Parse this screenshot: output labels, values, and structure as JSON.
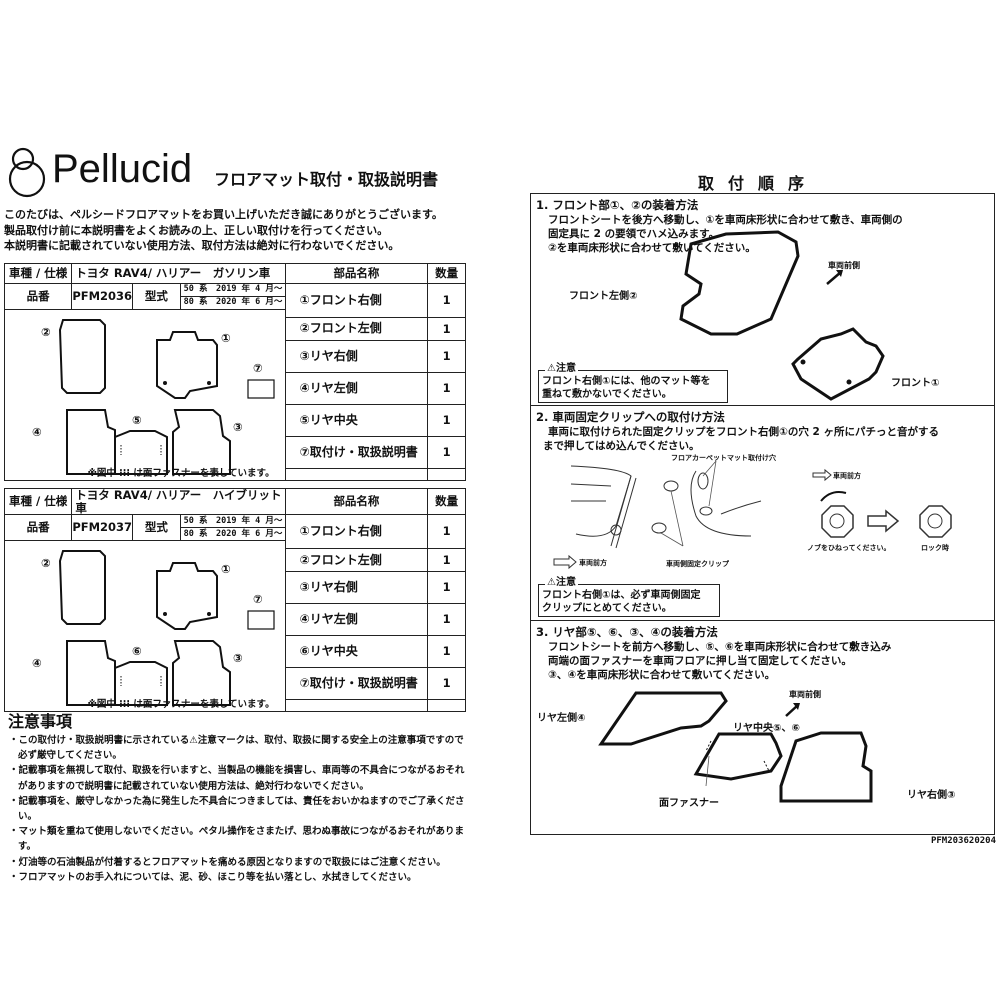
{
  "header": {
    "brand": "Pellucid",
    "subtitle": "フロアマット取付・取扱説明書"
  },
  "intro": [
    "このたびは、ペルシードフロアマットをお買い上げいただき誠にありがとうございます。",
    "製品取付け前に本説明書をよくお読みの上、正しい取付けを行ってください。",
    "本説明書に記載されていない使用方法、取付方法は絶対に行わないでください。"
  ],
  "tables": [
    {
      "spec_label": "車種 / 仕様",
      "spec_value": "トヨタ RAV4/ ハリアー　ガソリン車",
      "parts_header": "部品名称",
      "qty_header": "数量",
      "part_no_label": "品番",
      "part_no": "PFM2036",
      "model_label": "型式",
      "models": [
        "50 系　2019 年 4 月～",
        "80 系　2020 年 6 月～"
      ],
      "parts": [
        {
          "name": "①フロント右側",
          "qty": "1"
        },
        {
          "name": "②フロント左側",
          "qty": "1"
        },
        {
          "name": "③リヤ右側",
          "qty": "1"
        },
        {
          "name": "④リヤ左側",
          "qty": "1"
        },
        {
          "name": "⑤リヤ中央",
          "qty": "1"
        },
        {
          "name": "⑦取付け・取扱説明書",
          "qty": "1"
        }
      ],
      "diagram_labels": [
        "②",
        "①",
        "⑦",
        "④",
        "⑤",
        "③"
      ],
      "note": "※図中 ⁝⁝⁝ は面ファスナーを表しています。"
    },
    {
      "spec_label": "車種 / 仕様",
      "spec_value": "トヨタ RAV4/ ハリアー　ハイブリット車",
      "parts_header": "部品名称",
      "qty_header": "数量",
      "part_no_label": "品番",
      "part_no": "PFM2037",
      "model_label": "型式",
      "models": [
        "50 系　2019 年 4 月～",
        "80 系　2020 年 6 月～"
      ],
      "parts": [
        {
          "name": "①フロント右側",
          "qty": "1"
        },
        {
          "name": "②フロント左側",
          "qty": "1"
        },
        {
          "name": "③リヤ右側",
          "qty": "1"
        },
        {
          "name": "④リヤ左側",
          "qty": "1"
        },
        {
          "name": "⑥リヤ中央",
          "qty": "1"
        },
        {
          "name": "⑦取付け・取扱説明書",
          "qty": "1"
        }
      ],
      "diagram_labels": [
        "②",
        "①",
        "⑦",
        "④",
        "⑥",
        "③"
      ],
      "note": "※図中 ⁝⁝⁝ は面ファスナーを表しています。"
    }
  ],
  "warnings": {
    "title": "注意事項",
    "items": [
      "・この取付け・取扱説明書に示されている⚠注意マークは、取付、取扱に関する安全上の注意事項ですので必ず厳守してください。",
      "・記載事項を無視して取付、取扱を行いますと、当製品の機能を損害し、車両等の不具合につながるおそれがありますので説明書に記載されていない使用方法は、絶対行わないでください。",
      "・記載事項を、厳守しなかった為に発生した不具合につきましては、責任をおいかねますのでご了承ください。",
      "・マット類を重ねて使用しないでください。ペタル操作をさまたげ、思わぬ事故につながるおそれがあります。",
      "・灯油等の石油製品が付着するとフロアマットを痛める原因となりますので取扱にはご注意ください。",
      "・フロアマットのお手入れについては、泥、砂、ほこり等を払い落とし、水拭きしてください。"
    ]
  },
  "procedure": {
    "title": "取付順序",
    "s1": {
      "heading": "1. フロント部①、②の装着方法",
      "lines": [
        "フロントシートを後方へ移動し、①を車両床形状に合わせて敷き、車両側の",
        "固定具に 2 の要領でハメ込みます。",
        "②を車両床形状に合わせて敷いてください。"
      ],
      "label_left": "フロント左側②",
      "label_front": "車両前側",
      "label_right": "フロント①",
      "caution_title": "⚠注意",
      "caution": [
        "フロント右側①には、他のマット等を",
        "重ねて敷かないでください。"
      ]
    },
    "s2": {
      "heading": "2. 車両固定クリップへの取付け方法",
      "lines": [
        "車両に取付けられた固定クリップをフロント右側①の穴 2 ヶ所にパチっと音がする",
        "まで押してはめ込んでください。"
      ],
      "hole_label": "フロアカーペットマット取付け穴",
      "front_label": "車両前方",
      "clip_label": "車両側固定クリップ",
      "front_label2": "車両前方",
      "knob_label": "ノブをひねってください。",
      "lock_label": "ロック時",
      "caution_title": "⚠注意",
      "caution": [
        "フロント右側①は、必ず車両側固定",
        "クリップにとめてください。"
      ]
    },
    "s3": {
      "heading": "3. リヤ部⑤、⑥、③、④の装着方法",
      "lines": [
        "フロントシートを前方へ移動し、⑤、⑥を車両床形状に合わせて敷き込み",
        "両端の面ファスナーを車両フロアに押し当て固定してください。",
        "③、④を車両床形状に合わせて敷いてください。"
      ],
      "label_front": "車両前側",
      "label_left": "リヤ左側④",
      "label_center": "リヤ中央⑤、⑥",
      "label_fastener": "面ファスナー",
      "label_right": "リヤ右側③"
    }
  },
  "footer": {
    "code": "PFM203620204"
  }
}
